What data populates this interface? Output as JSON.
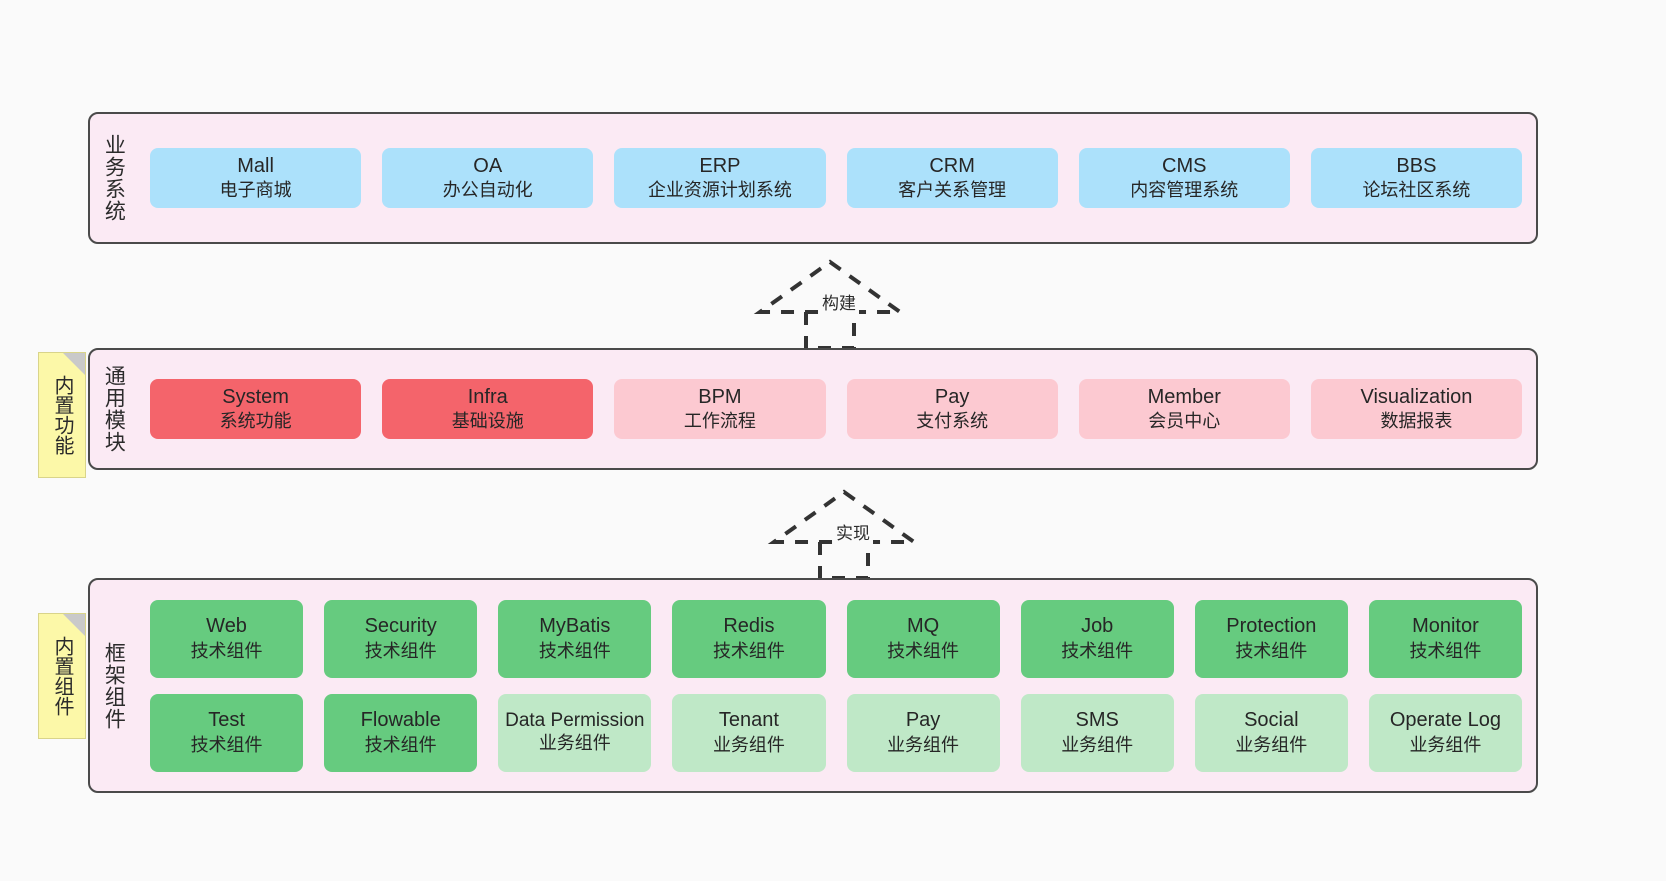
{
  "diagram": {
    "background": "#fafafa",
    "band_fill": "#fbeaf4",
    "band_stroke": "#4a4a4a",
    "note_fill": "#fcf8a8"
  },
  "layers": [
    {
      "key": "business",
      "title": "业务系统",
      "note": null,
      "rows": [
        {
          "style": "sky",
          "nodes": [
            {
              "en": "Mall",
              "cn": "电子商城"
            },
            {
              "en": "OA",
              "cn": "办公自动化"
            },
            {
              "en": "ERP",
              "cn": "企业资源计划系统"
            },
            {
              "en": "CRM",
              "cn": "客户关系管理"
            },
            {
              "en": "CMS",
              "cn": "内容管理系统"
            },
            {
              "en": "BBS",
              "cn": "论坛社区系统"
            }
          ]
        }
      ]
    },
    {
      "key": "common-modules",
      "title": "通用模块",
      "note": "内置功能",
      "rows": [
        {
          "style": "mixed",
          "nodes": [
            {
              "en": "System",
              "cn": "系统功能",
              "style": "redc"
            },
            {
              "en": "Infra",
              "cn": "基础设施",
              "style": "redc"
            },
            {
              "en": "BPM",
              "cn": "工作流程",
              "style": "pinkc"
            },
            {
              "en": "Pay",
              "cn": "支付系统",
              "style": "pinkc"
            },
            {
              "en": "Member",
              "cn": "会员中心",
              "style": "pinkc"
            },
            {
              "en": "Visualization",
              "cn": "数据报表",
              "style": "pinkc"
            }
          ]
        }
      ]
    },
    {
      "key": "framework-components",
      "title": "框架组件",
      "note": "内置组件",
      "rows": [
        {
          "style": "greenc",
          "nodes": [
            {
              "en": "Web",
              "cn": "技术组件",
              "style": "greenc"
            },
            {
              "en": "Security",
              "cn": "技术组件",
              "style": "greenc"
            },
            {
              "en": "MyBatis",
              "cn": "技术组件",
              "style": "greenc"
            },
            {
              "en": "Redis",
              "cn": "技术组件",
              "style": "greenc"
            },
            {
              "en": "MQ",
              "cn": "技术组件",
              "style": "greenc"
            },
            {
              "en": "Job",
              "cn": "技术组件",
              "style": "greenc"
            },
            {
              "en": "Protection",
              "cn": "技术组件",
              "style": "greenc"
            },
            {
              "en": "Monitor",
              "cn": "技术组件",
              "style": "greenc"
            }
          ]
        },
        {
          "style": "mixed",
          "nodes": [
            {
              "en": "Test",
              "cn": "技术组件",
              "style": "greenc"
            },
            {
              "en": "Flowable",
              "cn": "技术组件",
              "style": "greenc"
            },
            {
              "en": "Data Permission",
              "cn": "业务组件",
              "style": "lgreenc",
              "three_line": true
            },
            {
              "en": "Tenant",
              "cn": "业务组件",
              "style": "lgreenc"
            },
            {
              "en": "Pay",
              "cn": "业务组件",
              "style": "lgreenc"
            },
            {
              "en": "SMS",
              "cn": "业务组件",
              "style": "lgreenc"
            },
            {
              "en": "Social",
              "cn": "业务组件",
              "style": "lgreenc"
            },
            {
              "en": "Operate Log",
              "cn": "业务组件",
              "style": "lgreenc"
            }
          ]
        }
      ]
    }
  ],
  "connectors": [
    {
      "key": "build",
      "label": "构建"
    },
    {
      "key": "realize",
      "label": "实现"
    }
  ]
}
